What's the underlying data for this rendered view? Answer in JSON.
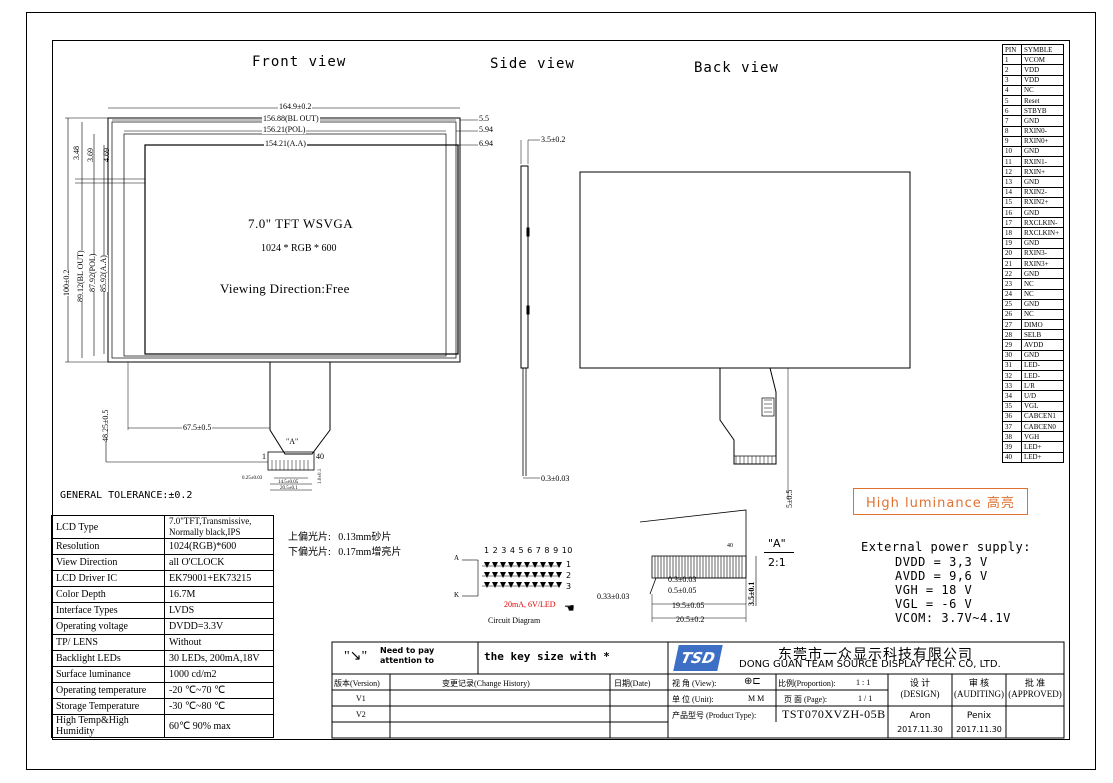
{
  "views": {
    "front": "Front view",
    "side": "Side view",
    "back": "Back view"
  },
  "front": {
    "title": "7.0\" TFT WSVGA",
    "resolution": "1024 * RGB * 600",
    "viewing": "Viewing Direction:Free",
    "dims_top": [
      "164.9±0.2",
      "156.88(BL OUT)",
      "156.21(POL)",
      "154.21(A.A)"
    ],
    "dims_right": [
      "5.5",
      "5.94",
      "6.94"
    ],
    "dims_left_small": [
      "3.48",
      "3.69",
      "4.69"
    ],
    "dims_left": [
      "100±0.2",
      "89.12(BL OUT)",
      "87.92(POL)",
      "85.92(A.A)"
    ],
    "dim_fpc_h": "48.25±0.5",
    "dim_fpc_x": "67.5±0.5",
    "detail_label": "\"A\"",
    "pin1": "1",
    "pin40": "40",
    "fpc_dims": [
      "0.25±0.03",
      "14.5±0.05",
      "20.5±0.1",
      "1.0±0.1"
    ]
  },
  "side": {
    "thickness": "3.5±0.2",
    "tail": "0.3±0.03"
  },
  "back": {
    "tail": "5±0.5"
  },
  "general_tolerance": "GENERAL TOLERANCE:±0.2",
  "specs": [
    {
      "label": "LCD Type",
      "value": "7.0\"TFT,Transmissive, Normally black,IPS"
    },
    {
      "label": "Resolution",
      "value": "1024(RGB)*600"
    },
    {
      "label": "View Direction",
      "value": "all  O'CLOCK"
    },
    {
      "label": "LCD Driver IC",
      "value": "EK79001+EK73215"
    },
    {
      "label": "Color Depth",
      "value": "16.7M"
    },
    {
      "label": "Interface Types",
      "value": "LVDS"
    },
    {
      "label": "Operating voltage",
      "value": "DVDD=3.3V"
    },
    {
      "label": "TP/ LENS",
      "value": "Without"
    },
    {
      "label": "Backlight LEDs",
      "value": "30 LEDs, 200mA,18V"
    },
    {
      "label": "Surface luminance",
      "value": "1000 cd/m2"
    },
    {
      "label": "Operating temperature",
      "value": "-20 ℃~70 ℃"
    },
    {
      "label": "Storage Temperature",
      "value": "-30 ℃~80 ℃"
    },
    {
      "label": "High Temp&High Humidity",
      "value": "60℃ 90% max"
    }
  ],
  "polarizer": [
    {
      "label": "上偏光片:",
      "value": "0.13mm砂片"
    },
    {
      "label": "下偏光片:",
      "value": "0.17mm增亮片"
    }
  ],
  "circuit": {
    "numbers": "1 2 3 4 5 6 7 8 9 10",
    "a": "A",
    "k": "K",
    "rows": [
      "1",
      "2",
      "3"
    ],
    "spec": "20mA, 6V/LED",
    "caption": "Circuit Diagram"
  },
  "detail": {
    "label": "\"A\"",
    "scale": "2:1",
    "pin40": "40",
    "d1": "0.3±0.03",
    "d2": "0.5±0.05",
    "d3": "0.33±0.03",
    "d4": "19.5±0.05",
    "d5": "20.5±0.2",
    "d6": "3.5±0.1"
  },
  "highlight": "High luminance  高亮",
  "power": {
    "title": "External power supply:",
    "lines": [
      "DVDD = 3,3  V",
      "AVDD = 9,6  V",
      "VGH  = 18  V",
      "VGL  = -6  V",
      "VCOM: 3.7V~4.1V"
    ]
  },
  "pins": {
    "header": [
      "PIN",
      "SYMBLE"
    ],
    "rows": [
      [
        "1",
        "VCOM"
      ],
      [
        "2",
        "VDD"
      ],
      [
        "3",
        "VDD"
      ],
      [
        "4",
        "NC"
      ],
      [
        "5",
        "Reset"
      ],
      [
        "6",
        "STBYB"
      ],
      [
        "7",
        "GND"
      ],
      [
        "8",
        "RXIN0-"
      ],
      [
        "9",
        "RXIN0+"
      ],
      [
        "10",
        "GND"
      ],
      [
        "11",
        "RXIN1-"
      ],
      [
        "12",
        "RXIN+"
      ],
      [
        "13",
        "GND"
      ],
      [
        "14",
        "RXIN2-"
      ],
      [
        "15",
        "RXIN2+"
      ],
      [
        "16",
        "GND"
      ],
      [
        "17",
        "RXCLKIN-"
      ],
      [
        "18",
        "RXCLKIN+"
      ],
      [
        "19",
        "GND"
      ],
      [
        "20",
        "RXIN3-"
      ],
      [
        "21",
        "RXIN3+"
      ],
      [
        "22",
        "GND"
      ],
      [
        "23",
        "NC"
      ],
      [
        "24",
        "NC"
      ],
      [
        "25",
        "GND"
      ],
      [
        "26",
        "NC"
      ],
      [
        "27",
        "DIMO"
      ],
      [
        "28",
        "SELB"
      ],
      [
        "29",
        "AVDD"
      ],
      [
        "30",
        "GND"
      ],
      [
        "31",
        "LED-"
      ],
      [
        "32",
        "LED-"
      ],
      [
        "33",
        "L/R"
      ],
      [
        "34",
        "U/D"
      ],
      [
        "35",
        "VGL"
      ],
      [
        "36",
        "CABCEN1"
      ],
      [
        "37",
        "CABCEN0"
      ],
      [
        "38",
        "VGH"
      ],
      [
        "39",
        "LED+"
      ],
      [
        "40",
        "LED+"
      ]
    ]
  },
  "titleblock": {
    "note1": "Need to pay attention to",
    "note2": "the key size with *",
    "company_cn": "东莞市一众显示科技有限公司",
    "company_en": "DONG GUAN TEAM SOURCE DISPLAY TECH. CO, LTD.",
    "logo": "TSD",
    "hist_headers": [
      "版本(Version)",
      "变更记录(Change History)",
      "日期(Date)"
    ],
    "versions": [
      "V1",
      "V2"
    ],
    "view_label": "视  角 (View):",
    "proportion_label": "比例(Proportion):",
    "proportion": "1 : 1",
    "unit_label": "单  位 (Unit):",
    "unit": "M M",
    "page_label": "页  面 (Page):",
    "page": "1 / 1",
    "product_label": "产品型号 (Product Type):",
    "product": "TST070XVZH-05B",
    "design_label": "设  计 (DESIGN)",
    "audit_label": "审  核 (AUDITING)",
    "approve_label": "批  准 (APPROVED)",
    "designer": "Aron",
    "design_date": "2017.11.30",
    "auditor": "Penix",
    "audit_date": "2017.11.30"
  }
}
